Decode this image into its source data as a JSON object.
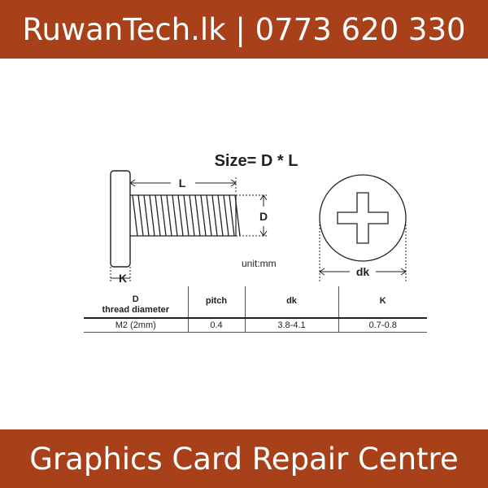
{
  "colors": {
    "banner_bg": "#a8401a",
    "banner_text": "#ffffff",
    "drawing_stroke": "#222222"
  },
  "top_banner": {
    "text": "RuwanTech.lk | 0773 620 330"
  },
  "bottom_banner": {
    "text": "Graphics Card Repair Centre"
  },
  "diagram": {
    "title": "Size= D * L",
    "label_L": "L",
    "label_D": "D",
    "label_K": "K",
    "label_dk": "dk",
    "unit": "unit:mm"
  },
  "spec_table": {
    "headers": [
      {
        "line1": "D",
        "line2": "thread diameter"
      },
      {
        "line1": "pitch",
        "line2": ""
      },
      {
        "line1": "dk",
        "line2": ""
      },
      {
        "line1": "K",
        "line2": ""
      }
    ],
    "row": [
      "M2 (2mm)",
      "0.4",
      "3.8-4.1",
      "0.7-0.8"
    ]
  }
}
